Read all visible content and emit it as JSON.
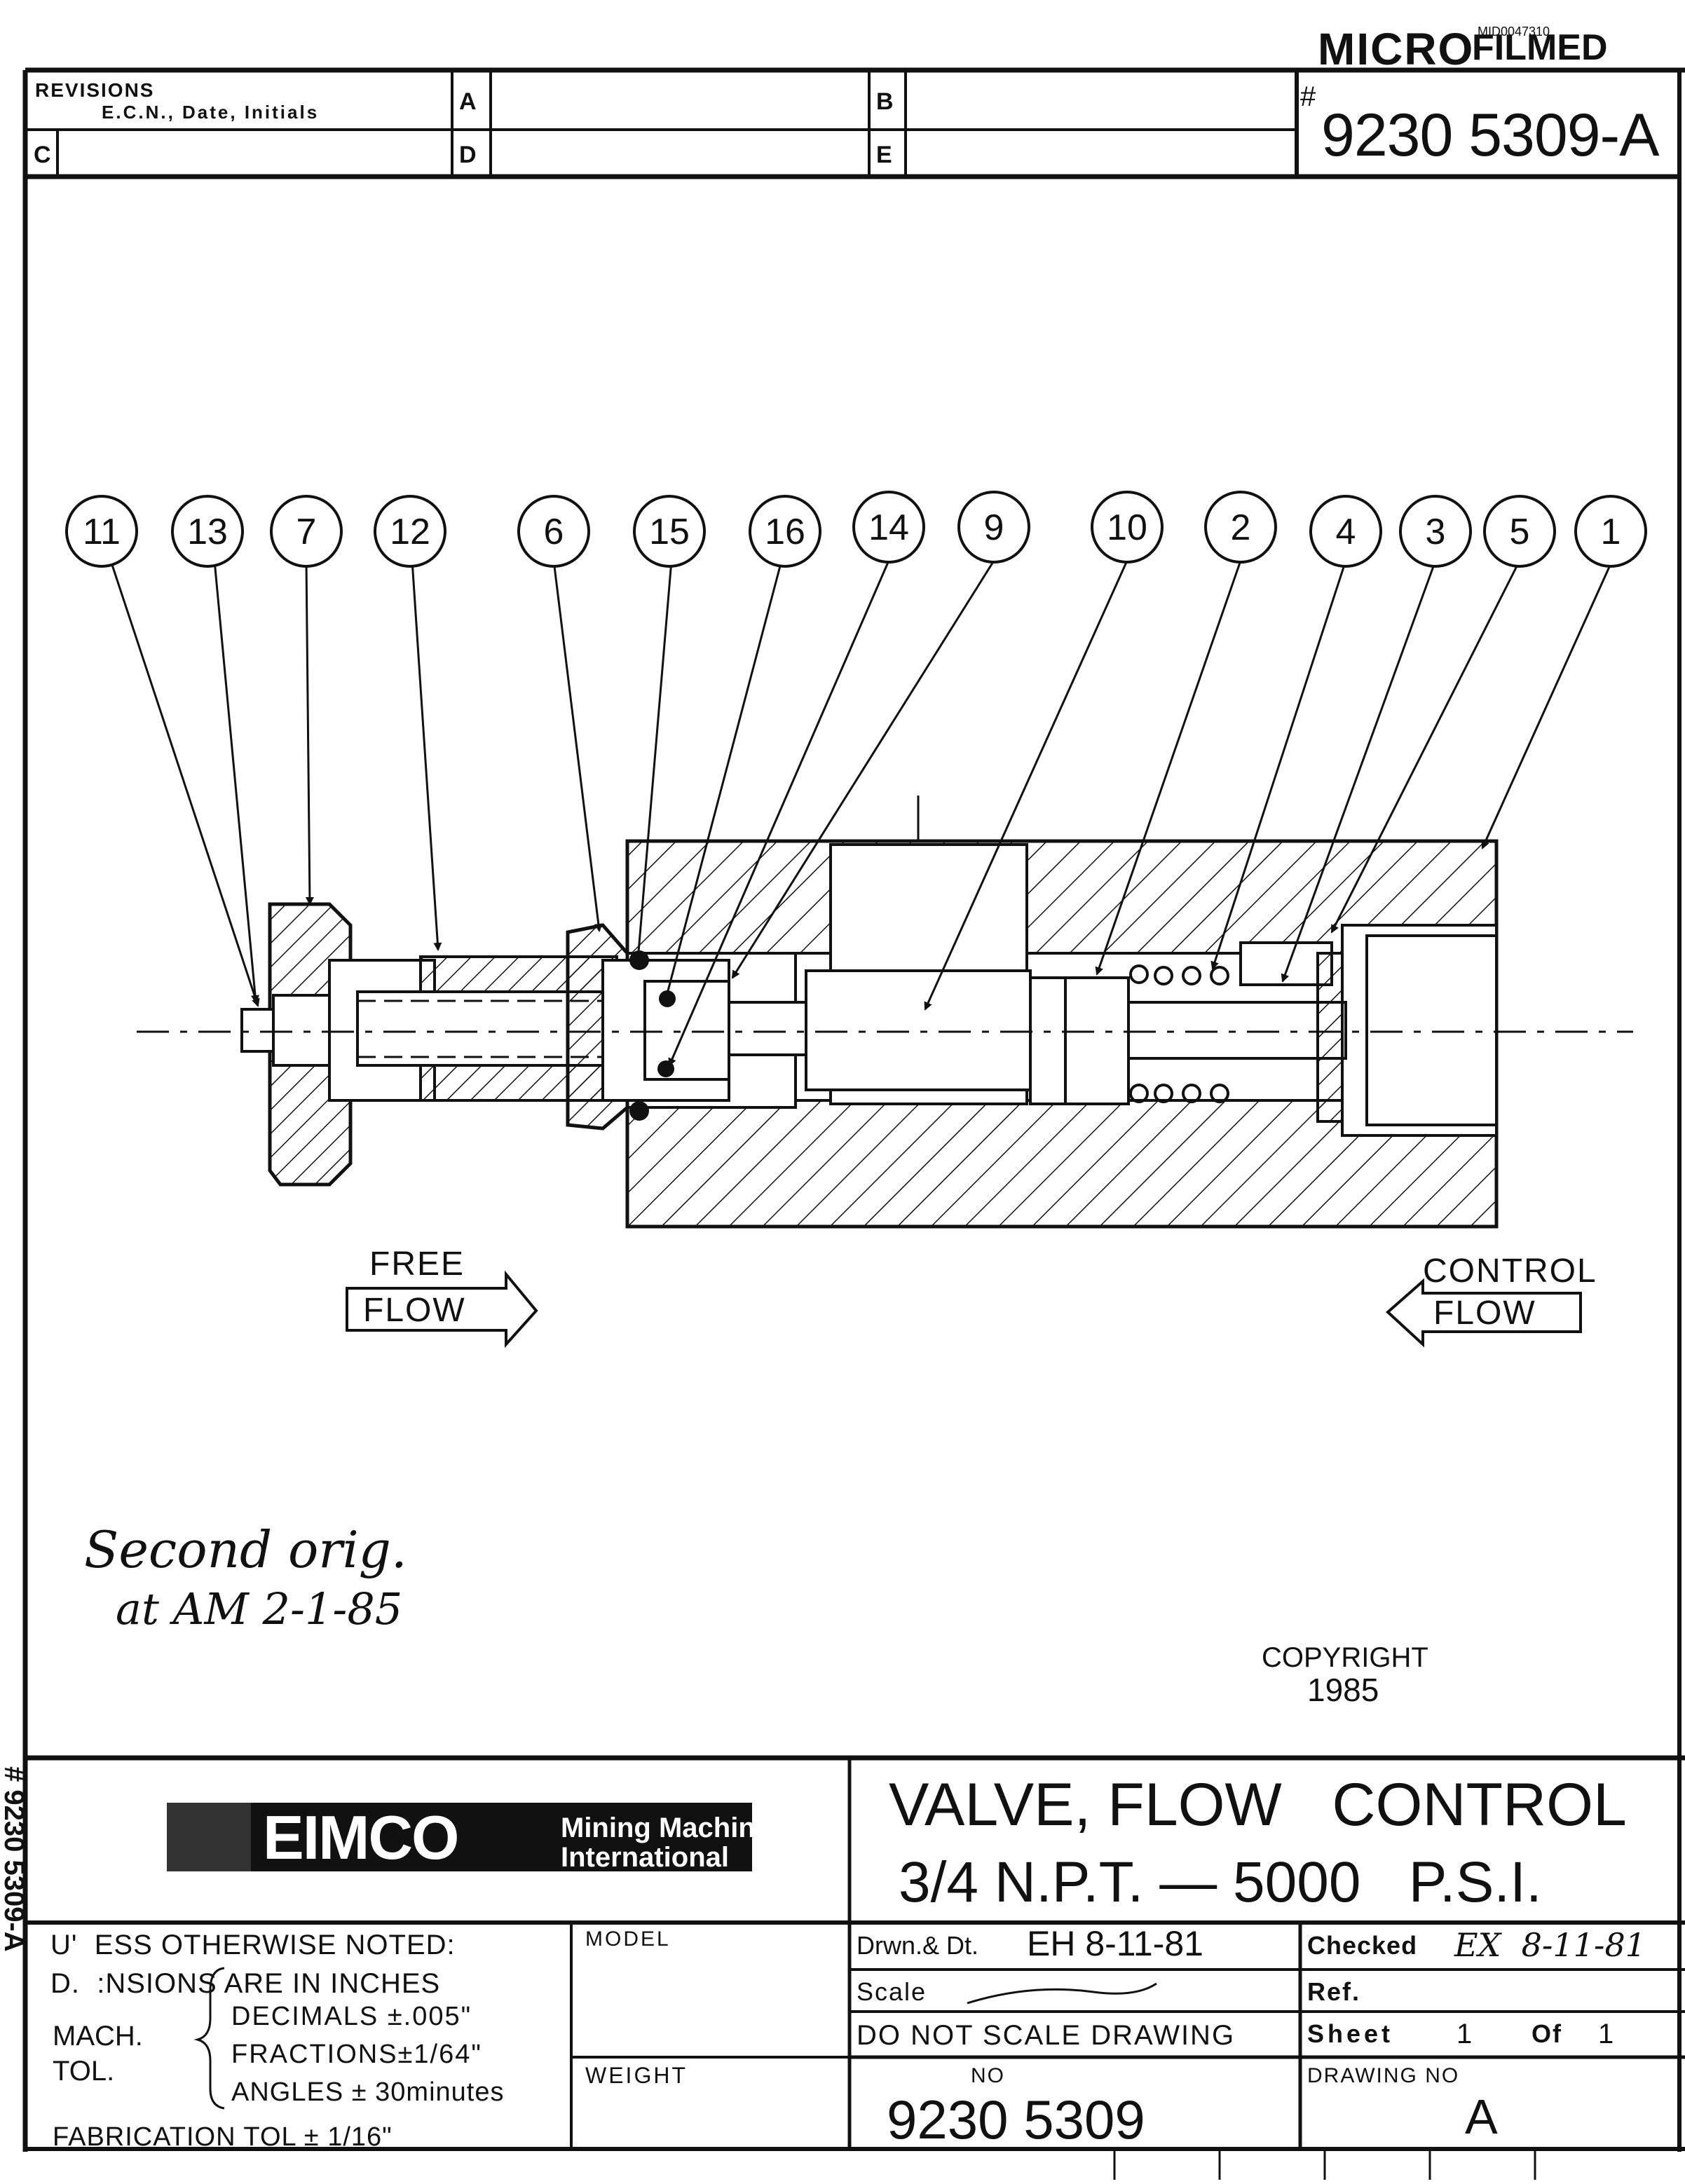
{
  "header": {
    "micro_label": "MICRO",
    "micro_stamp": "FILMED",
    "micro_id": "MID0047310",
    "drawing_number": "9230 5309-A",
    "hash": "#"
  },
  "revisions": {
    "title": "REVISIONS",
    "subtitle": "E.C.N., Date, Initials",
    "cells": [
      "A",
      "B",
      "C",
      "D",
      "E"
    ]
  },
  "diagram": {
    "balloons": [
      "11",
      "13",
      "7",
      "12",
      "6",
      "15",
      "16",
      "14",
      "9",
      "10",
      "2",
      "4",
      "3",
      "5",
      "1"
    ],
    "free_flow": {
      "line1": "FREE",
      "line2": "FLOW"
    },
    "control_flow": {
      "line1": "CONTROL",
      "line2": "FLOW"
    }
  },
  "handwritten_note": {
    "line1": "Second orig.",
    "line2": "at AM 2-1-85"
  },
  "copyright": {
    "label": "COPYRIGHT",
    "year": "1985"
  },
  "company": {
    "logo": "EIMCO",
    "tagline_line1": "Mining Machinery",
    "tagline_line2": "International"
  },
  "title_block": {
    "title_line1": "VALVE, FLOW   CONTROL",
    "title_line2": "3/4 N.P.T. — 5000   P.S.I.",
    "drawn_label": "Drwn.& Dt.",
    "drawn_value": "EH 8-11-81",
    "checked_label": "Checked",
    "checked_value": "EX  8-11-81",
    "scale_label": "Scale",
    "scale_value": "——#——",
    "ref_label": "Ref.",
    "do_not_scale": "DO NOT SCALE DRAWING",
    "sheet_label": "Sheet",
    "sheet_value": "1",
    "of_label": "Of",
    "of_value": "1",
    "no_label": "NO",
    "no_value": "9230 5309",
    "drawing_no_label": "DRAWING NO",
    "drawing_no_value": "A",
    "model_label": "MODEL",
    "weight_label": "WEIGHT"
  },
  "notes": {
    "line1": "U'  ESS OTHERWISE NOTED:",
    "line2": "D.  :NSIONS ARE IN INCHES",
    "mach": "MACH.",
    "tol": "TOL.",
    "decimals": "DECIMALS ±.005\"",
    "fractions": "FRACTIONS±1/64\"",
    "angles": "ANGLES ± 30minutes",
    "fabrication": "FABRICATION TOL  ± 1/16\""
  },
  "side_mark": "# 9230 5309-A"
}
